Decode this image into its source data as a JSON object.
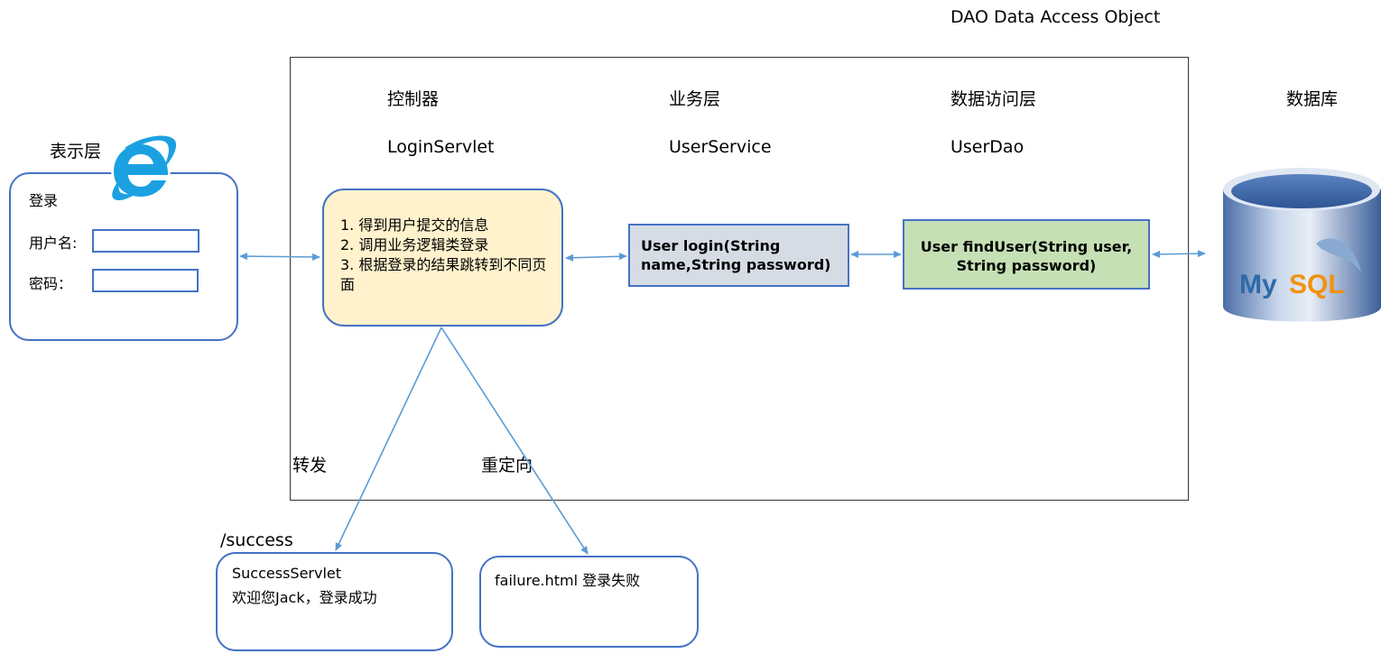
{
  "header": {
    "dao_caption": "DAO Data Access Object"
  },
  "layers": {
    "controller_title": "控制器",
    "controller_class": "LoginServlet",
    "service_title": "业务层",
    "service_class": "UserService",
    "dao_title": "数据访问层",
    "dao_class": "UserDao",
    "database_title": "数据库"
  },
  "presentation": {
    "title": "表示层",
    "form_title": "登录",
    "username_label": "用户名:",
    "password_label": "密码："
  },
  "controller_box": {
    "line1": "1. 得到用户提交的信息",
    "line2": "2. 调用业务逻辑类登录",
    "line3": "3. 根据登录的结果跳转到不同页面"
  },
  "service_box": {
    "text": "User login(String name,String password)"
  },
  "dao_box": {
    "text": "User findUser(String user, String password)"
  },
  "database": {
    "logo_text_my": "My",
    "logo_text_sql": "SQL"
  },
  "flows": {
    "forward_label": "转发",
    "redirect_label": "重定向"
  },
  "success": {
    "path_label": "/success",
    "servlet_name": "SuccessServlet",
    "message": "欢迎您Jack，登录成功"
  },
  "failure": {
    "text": "failure.html 登录失败"
  },
  "colors": {
    "border_blue": "#4472c4",
    "arrow_blue": "#5b9bd5",
    "controller_fill": "#fff2cc",
    "service_fill": "#d6dce4",
    "dao_fill": "#c5e0b4",
    "ie_blue": "#1ba1e2"
  }
}
